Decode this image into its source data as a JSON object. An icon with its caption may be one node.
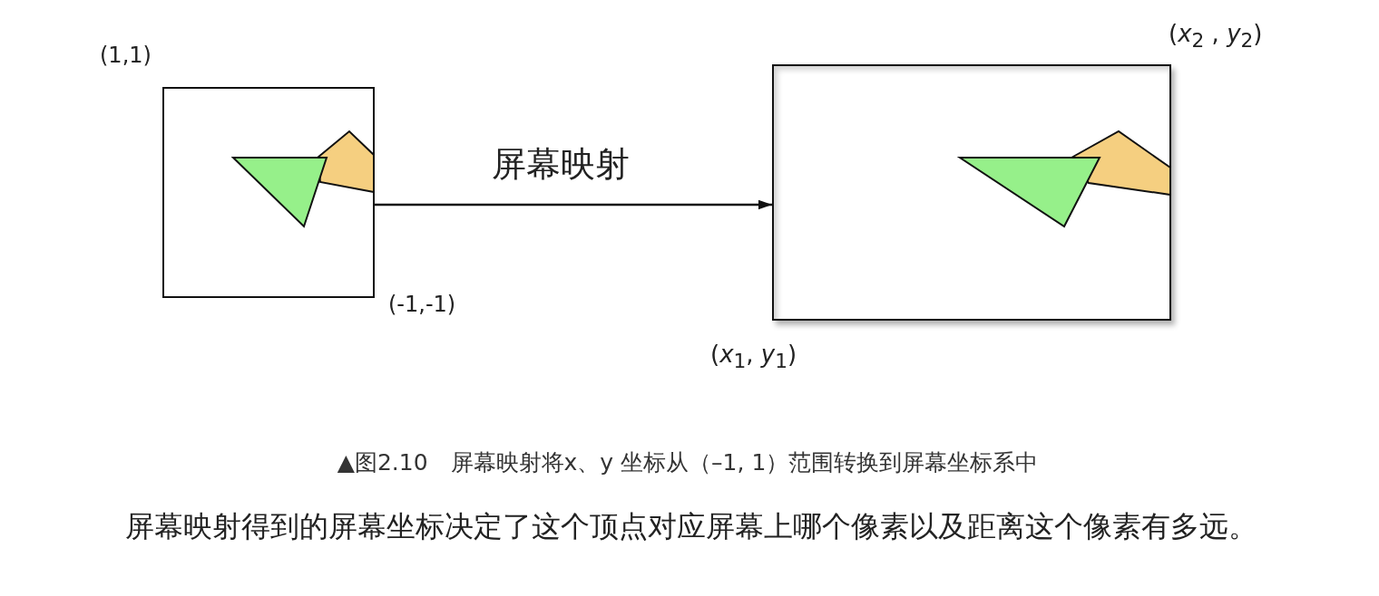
{
  "diagram": {
    "caption": "▲图2.10　屏幕映射将x、y 坐标从（–1, 1）范围转换到屏幕坐标系中",
    "nodes": [
      {
        "text": [],
        "shape": "box",
        "beside": [
          "(1,1)",
          "(-1,-1)"
        ]
      },
      {
        "text": [],
        "shape": "box",
        "beside": [
          "(*x*$_{2}$ , *y*$_{2}$)",
          "(*x*$_{1}$, *y*$_{1}$)"
        ]
      }
    ],
    "edges": [
      {
        "from": 0,
        "to": 1,
        "arrow": "to",
        "label": "屏幕映射"
      }
    ],
    "labels": [
      "屏幕映射得到的屏幕坐标决定了这个顶点对应屏幕上哪个像素以及距离这个像素有多远。"
    ]
  }
}
